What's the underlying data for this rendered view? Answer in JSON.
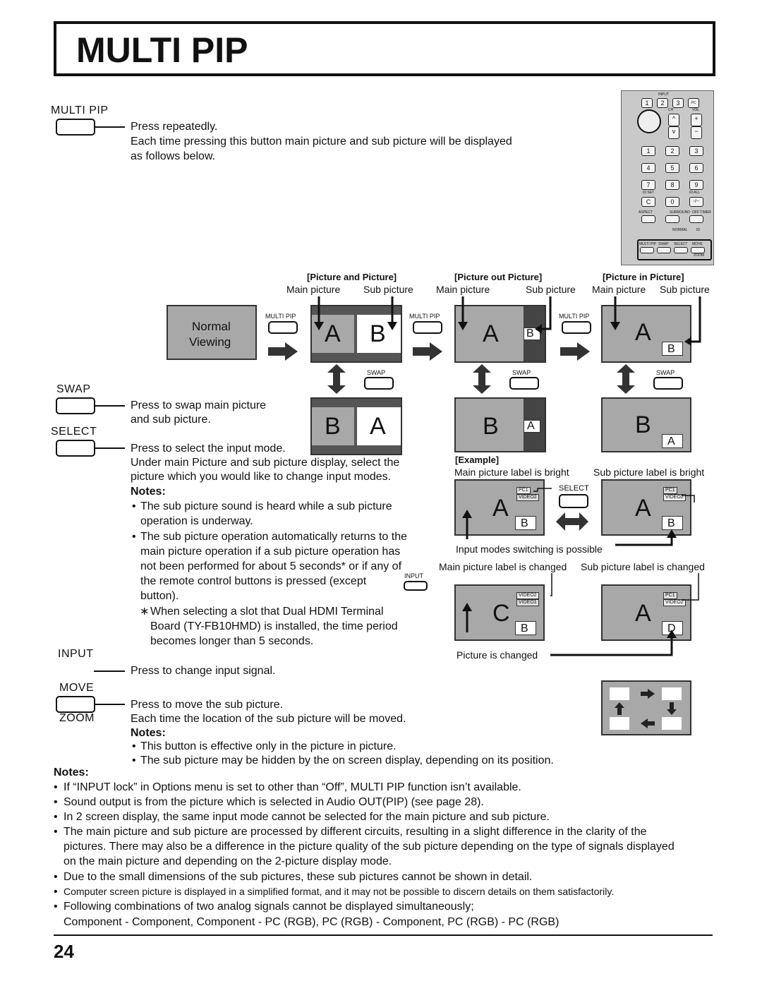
{
  "page_title": "MULTI PIP",
  "page_number": "24",
  "multi_pip": {
    "label": "MULTI PIP",
    "line1": "Press repeatedly.",
    "line2": "Each time pressing this button main picture and sub picture will be displayed",
    "line3": "as follows below."
  },
  "swap": {
    "label": "SWAP",
    "line1": "Press to swap main picture",
    "line2": "and sub picture."
  },
  "select": {
    "label": "SELECT",
    "line1": "Press to select the input mode.",
    "line2": "Under main Picture and sub picture display, select the",
    "line3": "picture which you would like to change input modes.",
    "notes_heading": "Notes:",
    "notes": [
      "The sub picture sound is heard while a sub picture",
      "operation is underway.",
      "The sub picture operation automatically returns to the",
      "main picture operation if a sub picture operation has",
      "not been performed for about 5 seconds* or if any of",
      "the remote control buttons is pressed (except",
      "button)."
    ],
    "asterisk": [
      "When selecting a slot that Dual HDMI Terminal",
      "Board (TY-FB10HMD) is installed, the time period",
      "becomes longer than 5 seconds."
    ],
    "input_tag": "INPUT"
  },
  "input": {
    "label": "INPUT",
    "line1": "Press to change input signal."
  },
  "move": {
    "label": "MOVE",
    "label2": "ZOOM",
    "line1": "Press to move the sub picture.",
    "line2": "Each time the location of the sub picture will be moved.",
    "notes_heading": "Notes:",
    "notes": [
      "This button is effective only in the picture in picture.",
      "The sub picture may be hidden by the on screen display, depending on its position."
    ]
  },
  "diagram": {
    "modes": [
      "[Picture and Picture]",
      "[Picture out Picture]",
      "[Picture in Picture]"
    ],
    "main_picture": "Main picture",
    "sub_picture": "Sub picture",
    "normal": "Normal",
    "viewing": "Viewing",
    "multi_pip": "MULTI PIP",
    "swap": "SWAP",
    "select": "SELECT",
    "A": "A",
    "B": "B",
    "C": "C",
    "D": "D",
    "example": "[Example]",
    "main_bright": "Main picture label is bright",
    "sub_bright": "Sub picture label is bright",
    "switching": "Input modes switching is possible",
    "main_changed": "Main picture label is changed",
    "sub_changed": "Sub picture label is changed",
    "picture_changed": "Picture is changed",
    "pc1": "PC1",
    "video2": "VIDEO2",
    "video1": "VIDEO1"
  },
  "remote": {
    "input": "INPUT",
    "ch": "CH",
    "vol": "VOL",
    "pc": "PC",
    "id_set": "ID SET",
    "id_all": "ID ALL",
    "aspect": "ASPECT",
    "surround": "SURROUND",
    "off_timer": "OFF TIMER",
    "normal": "NORMAL",
    "id": "ID",
    "multi_pip": "MULTI PIP",
    "swap": "SWAP",
    "select": "SELECT",
    "move": "MOVE",
    "zoom": "ZOOM",
    "digits": [
      "1",
      "2",
      "3",
      "4",
      "5",
      "6",
      "7",
      "8",
      "9",
      "C",
      "0",
      "-/--"
    ]
  },
  "general_notes": {
    "heading": "Notes:",
    "items": [
      "If “INPUT lock” in Options menu is set to other than “Off”, MULTI PIP function isn’t available.",
      "Sound output is from the picture which is selected in Audio OUT(PIP) (see page 28).",
      "In 2 screen display, the same input mode cannot be selected for the main picture and sub picture.",
      "The main picture and sub picture are processed by different circuits, resulting in a slight difference in the clarity of the",
      "pictures. There may also be a difference in the picture quality of the sub picture depending on the type of signals displayed",
      "on the main picture and depending on the 2-picture display mode.",
      "Due to the small dimensions of the sub pictures, these sub pictures cannot be shown in detail.",
      "Computer screen picture is displayed in a simplified format, and it may not be possible to discern details on them satisfactorily.",
      "Following combinations of two analog signals cannot be displayed simultaneously;",
      "Component - Component, Component - PC (RGB), PC (RGB) - Component, PC (RGB) - PC (RGB)"
    ]
  }
}
